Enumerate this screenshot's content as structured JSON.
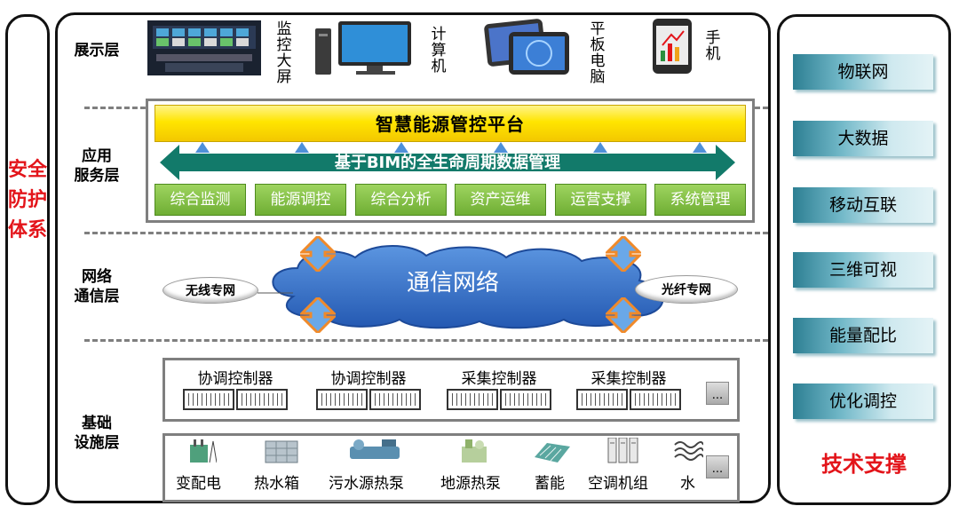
{
  "side_title": "安全防护体系",
  "layers": {
    "display": "展示层",
    "application_1": "应用",
    "application_2": "服务层",
    "network_1": "网络",
    "network_2": "通信层",
    "infra_1": "基础",
    "infra_2": "设施层"
  },
  "devices": [
    {
      "label": "监控大屏",
      "icon": "monitor-wall-icon"
    },
    {
      "label": "计算机",
      "icon": "desktop-computer-icon"
    },
    {
      "label": "平板电脑",
      "icon": "tablet-icon"
    },
    {
      "label": "手机",
      "icon": "mobile-phone-icon"
    }
  ],
  "platform_title": "智慧能源管控平台",
  "bim_bar": "基于BIM的全生命周期数据管理",
  "modules": [
    "综合监测",
    "能源调控",
    "综合分析",
    "资产运维",
    "运营支撑",
    "系统管理"
  ],
  "network": {
    "main": "通信网络",
    "wireless": "无线专网",
    "fiber": "光纤专网"
  },
  "controllers": [
    "协调控制器",
    "协调控制器",
    "采集控制器",
    "采集控制器"
  ],
  "more": "...",
  "equipment": [
    {
      "label": "变配电",
      "icon": "transformer-icon"
    },
    {
      "label": "热水箱",
      "icon": "water-tank-icon"
    },
    {
      "label": "污水源热泵",
      "icon": "sewage-heat-pump-icon"
    },
    {
      "label": "地源热泵",
      "icon": "ground-source-heat-pump-icon"
    },
    {
      "label": "蓄能",
      "icon": "energy-storage-icon"
    },
    {
      "label": "空调机组",
      "icon": "air-conditioning-unit-icon"
    },
    {
      "label": "水",
      "icon": "water-wave-icon"
    }
  ],
  "tech_support": {
    "items": [
      "物联网",
      "大数据",
      "移动互联",
      "三维可视",
      "能量配比",
      "优化调控"
    ],
    "title": "技术支撑"
  },
  "colors": {
    "red": "#e3141a",
    "platform_yellow": "#ffe500",
    "module_green": "#6fae34",
    "bim_arrow": "#127a6a",
    "cloud_blue": "#2f6cc4",
    "tech_teal": "#2d7f93"
  }
}
